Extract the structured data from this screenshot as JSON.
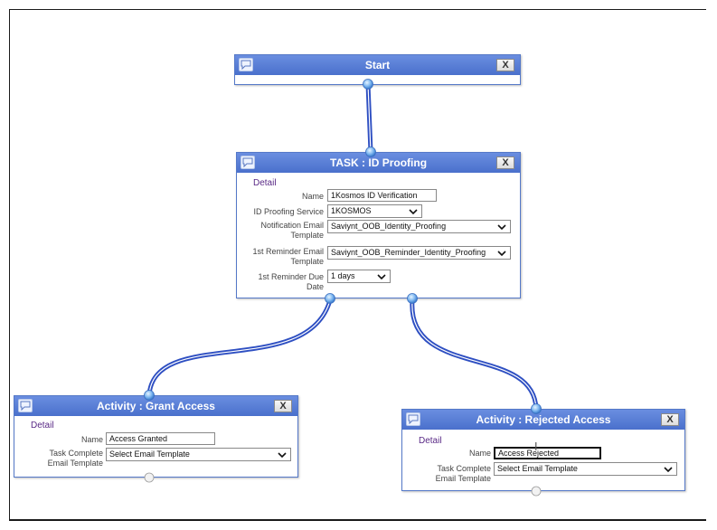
{
  "nodes": {
    "start": {
      "title": "Start",
      "close_label": "X"
    },
    "task": {
      "title": "TASK : ID Proofing",
      "close_label": "X",
      "detail_label": "Detail",
      "fields": {
        "name": {
          "label": "Name",
          "value": "1Kosmos ID Verification"
        },
        "service": {
          "label": "ID Proofing Service",
          "value": "1KOSMOS"
        },
        "notif": {
          "label_line1": "Notification Email",
          "label_line2": "Template",
          "value": "Saviynt_OOB_Identity_Proofing"
        },
        "reminder": {
          "label_line1": "1st Reminder Email",
          "label_line2": "Template",
          "value": "Saviynt_OOB_Reminder_Identity_Proofing"
        },
        "due": {
          "label_line1": "1st Reminder Due",
          "label_line2": "Date",
          "value": "1 days"
        }
      }
    },
    "grant": {
      "title": "Activity : Grant Access",
      "close_label": "X",
      "detail_label": "Detail",
      "fields": {
        "name": {
          "label": "Name",
          "value": "Access Granted"
        },
        "template": {
          "label_line1": "Task Complete",
          "label_line2": "Email Template",
          "value": "Select Email Template"
        }
      }
    },
    "rejected": {
      "title": "Activity : Rejected Access",
      "close_label": "X",
      "detail_label": "Detail",
      "fields": {
        "name": {
          "label": "Name",
          "value": "Access Rejected"
        },
        "template": {
          "label_line1": "Task Complete",
          "label_line2": "Email Template",
          "value": "Select Email Template"
        }
      }
    }
  },
  "icons": {
    "node_icon": "comment-icon",
    "close": "close-icon",
    "dropdown": "chevron-down-icon",
    "cursor": "text-cursor-icon"
  },
  "colors": {
    "header": "#5a7fd6",
    "connector": "#3355cc",
    "detail": "#5a2a86"
  }
}
